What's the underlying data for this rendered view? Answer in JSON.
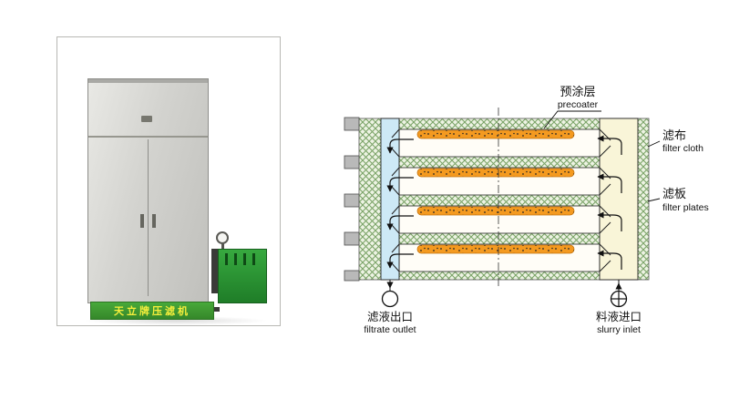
{
  "photo": {
    "machine_label": "天立牌压滤机"
  },
  "diagram": {
    "labels": {
      "precoat_zh": "预涂层",
      "precoat_en": "precoater",
      "cloth_zh": "滤布",
      "cloth_en": "filter cloth",
      "plates_zh": "滤板",
      "plates_en": "filter plates",
      "outlet_zh": "滤液出口",
      "outlet_en": "filtrate outlet",
      "inlet_zh": "料液进口",
      "inlet_en": "slurry inlet"
    }
  },
  "colors": {
    "plate_bg": "#edf3e3",
    "plate_hatch": "#7ba468",
    "precoat_orange": "#f49a20",
    "precoat_border": "#c47410",
    "filtrate_blue": "#cde9f6",
    "slurry_cream": "#f9f5d8",
    "machine_green": "#2f9e3a",
    "base_green": "#3f9e33",
    "brand_yellow": "#f7ef3c",
    "line_dark": "#1a1a1a"
  }
}
